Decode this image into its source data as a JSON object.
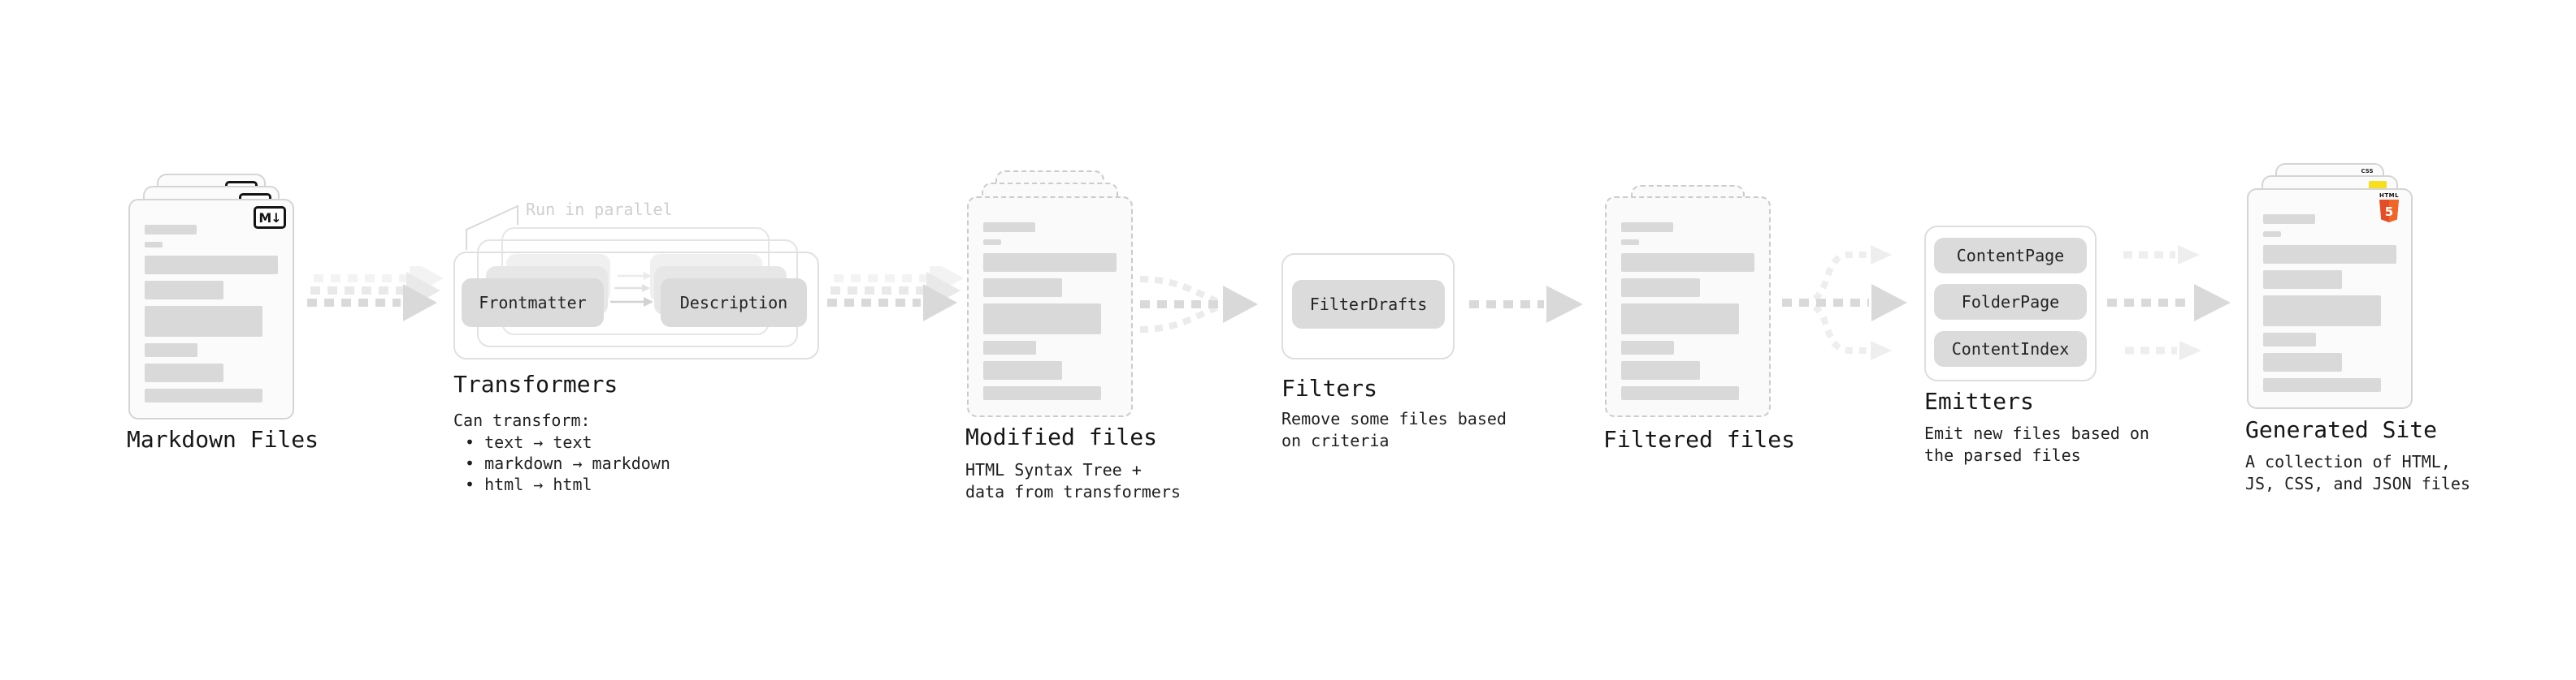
{
  "sections": {
    "markdown_files": {
      "label": "Markdown Files",
      "file_icon": "M↓"
    },
    "transformers": {
      "annotation": "Run in parallel",
      "step1": "Frontmatter",
      "step2": "Description",
      "heading": "Transformers",
      "caption_intro": "Can transform:",
      "bullets": [
        "• text → text",
        "• markdown → markdown",
        "• html → html"
      ]
    },
    "modified_files": {
      "heading": "Modified files",
      "caption": "HTML Syntax Tree +\ndata from transformers"
    },
    "filters": {
      "button": "FilterDrafts",
      "heading": "Filters",
      "caption": "Remove some files based\non criteria"
    },
    "filtered_files": {
      "heading": "Filtered files"
    },
    "emitters": {
      "buttons": [
        "ContentPage",
        "FolderPage",
        "ContentIndex"
      ],
      "heading": "Emitters",
      "caption": "Emit new files based on\nthe parsed files"
    },
    "generated_site": {
      "heading": "Generated Site",
      "caption": "A collection of HTML,\nJS, CSS, and JSON files",
      "html5_icon_label": "HTML",
      "html5_icon_number": "5",
      "css_icon_label": "CSS"
    }
  },
  "colors": {
    "html5_orange": "#e44d26",
    "html5_orange_light": "#f16529",
    "js_yellow": "#f7df1e",
    "css_blue": "#2062af"
  }
}
